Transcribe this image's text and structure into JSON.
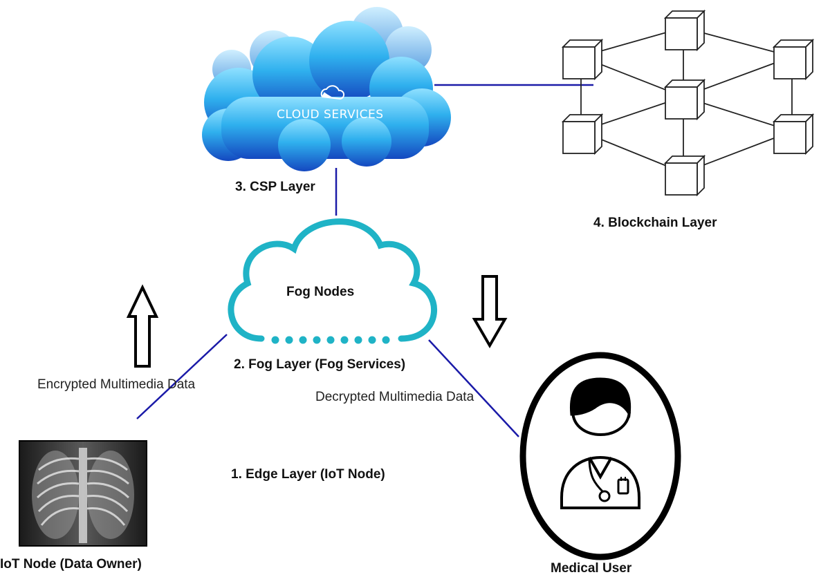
{
  "cloud_services": {
    "label": "CLOUD SERVICES"
  },
  "csp_layer": {
    "label": "3. CSP Layer"
  },
  "blockchain_layer": {
    "label": "4. Blockchain Layer"
  },
  "fog_nodes": {
    "label": "Fog Nodes"
  },
  "fog_layer": {
    "label": "2. Fog Layer (Fog Services)"
  },
  "encrypted_data": {
    "label": "Encrypted Multimedia Data"
  },
  "decrypted_data": {
    "label": "Decrypted Multimedia Data"
  },
  "edge_layer": {
    "label": "1. Edge Layer (IoT Node)"
  },
  "iot_node": {
    "label": "IoT Node (Data Owner)"
  },
  "medical_user": {
    "label": "Medical User"
  },
  "colors": {
    "connector": "#1a1aa8",
    "cloud_dark": "#1a5fc8",
    "cloud_light": "#35c0f0",
    "fog_outline": "#1fb3c6"
  }
}
